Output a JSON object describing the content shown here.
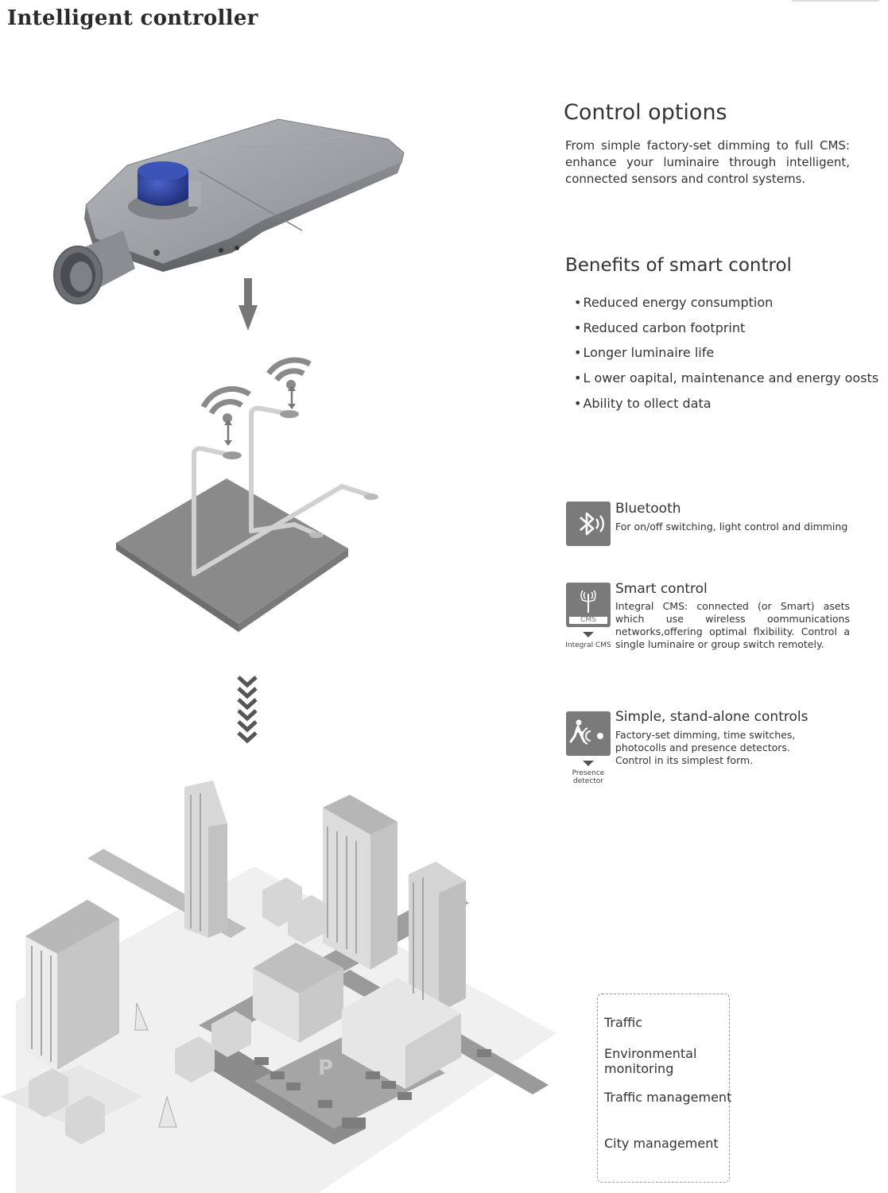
{
  "header": {
    "title": "Intelligent controller"
  },
  "control_options": {
    "title": "Control options",
    "description": "From simple factory-set dimming to full CMS: enhance your luminaire through intelligent, connected sensors and control systems."
  },
  "benefits": {
    "title": "Benefits of smart control",
    "items": [
      "Reduced energy consumption",
      "Reduced carbon footprint",
      "Longer luminaire life",
      "L ower oapital, maintenance and energy oosts",
      "Ability to ollect data"
    ]
  },
  "features": {
    "bluetooth": {
      "icon": "bluetooth-icon",
      "title": "Bluetooth",
      "description": "For on/off switching, light control and dimming"
    },
    "smart": {
      "icon": "cms-antenna-icon",
      "icon_label": "CMS",
      "caption": "Integral CMS",
      "title": "Smart control",
      "description": "Integral CMS: connected (or Smart) asets which use wireless oommunications networks,offering optimal flxibility. Control a single luminaire or group switch remotely."
    },
    "standalone": {
      "icon": "presence-detector-icon",
      "caption": "Presence detector",
      "title": "Simple, stand-alone controls",
      "description_lines": [
        "Factory-set dimming, time switches,",
        "photocolls and presence detectors.",
        "Control in its simplest form."
      ]
    }
  },
  "applications": {
    "items": [
      "Traffic",
      "Environmental monitoring",
      "Traffic management",
      "City management"
    ]
  },
  "colors": {
    "icon_bg": "#7a7a7a",
    "luminaire_body": "#8e9196",
    "sensor_blue": "#2b3f9a",
    "dashed_border": "#8d9ab8"
  }
}
